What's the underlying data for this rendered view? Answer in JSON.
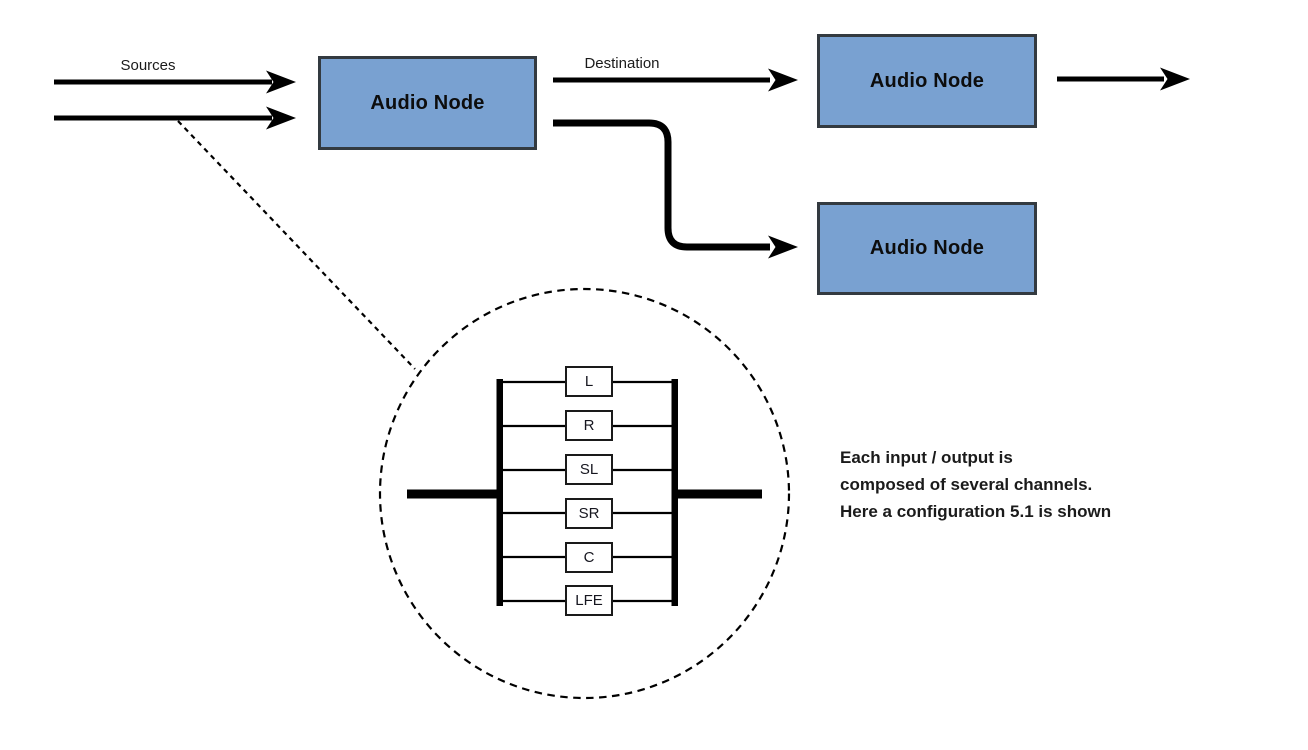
{
  "labels": {
    "sources": "Sources",
    "destination": "Destination"
  },
  "nodes": [
    {
      "id": "audio-node-source",
      "label": "Audio Node"
    },
    {
      "id": "audio-node-destination",
      "label": "Audio Node"
    },
    {
      "id": "audio-node-branch",
      "label": "Audio Node"
    }
  ],
  "channels": {
    "items": [
      {
        "label": "L"
      },
      {
        "label": "R"
      },
      {
        "label": "SL"
      },
      {
        "label": "SR"
      },
      {
        "label": "C"
      },
      {
        "label": "LFE"
      }
    ]
  },
  "annotation": {
    "text": "Each input / output is\ncomposed of several channels.\nHere a configuration 5.1 is shown"
  },
  "colors": {
    "node_fill": "#79a1d1",
    "node_border": "#333a40",
    "line": "#000000",
    "background": "#ffffff"
  }
}
